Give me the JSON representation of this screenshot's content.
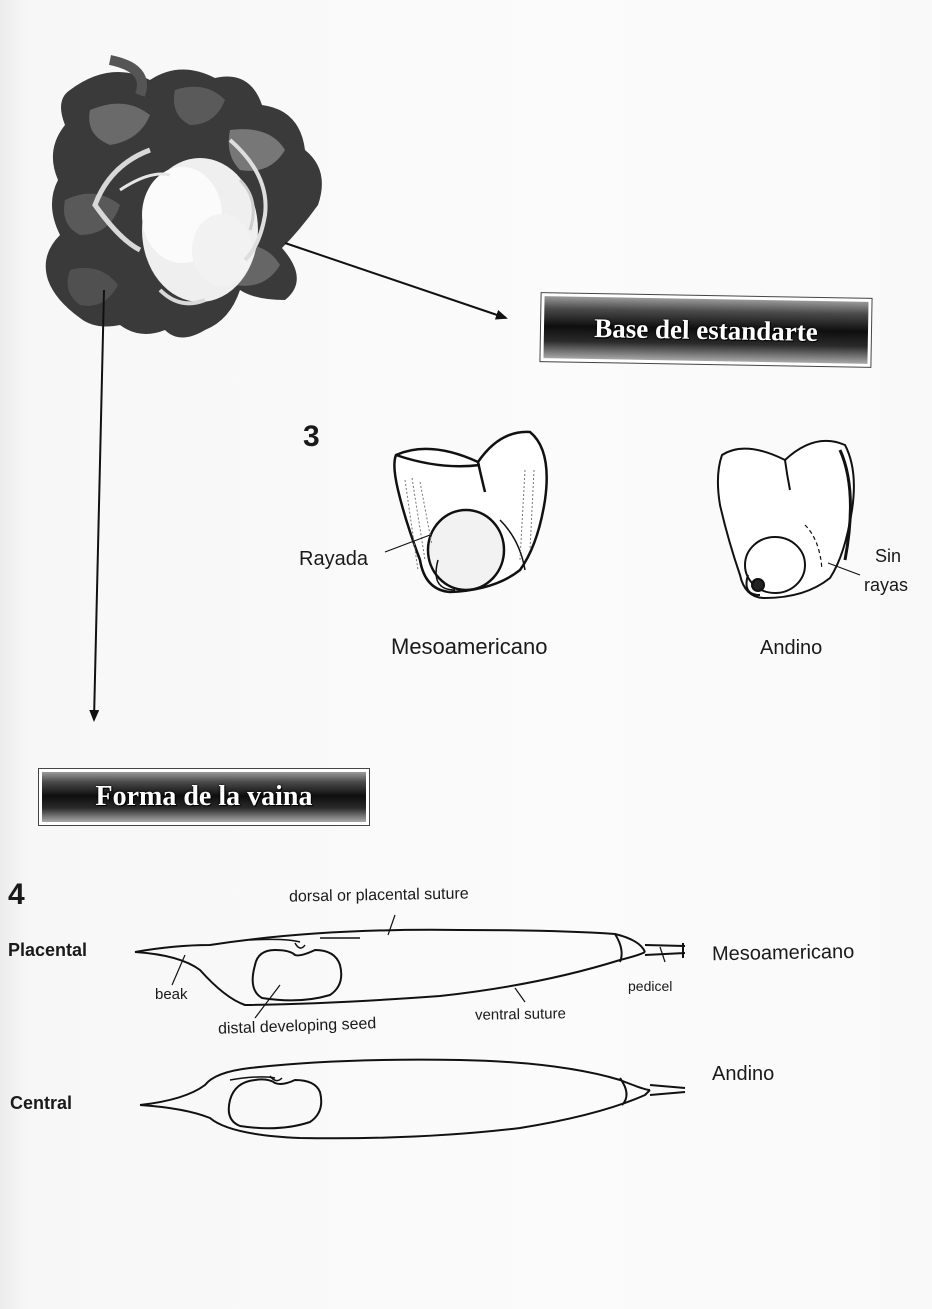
{
  "banners": {
    "base_estandarte": "Base del estandarte",
    "forma_vaina": "Forma de la vaina"
  },
  "section3": {
    "number": "3",
    "rayada": "Rayada",
    "sin": "Sin",
    "rayas": "rayas",
    "mesoamericano": "Mesoamericano",
    "andino": "Andino"
  },
  "section4": {
    "number": "4",
    "placental": "Placental",
    "central": "Central",
    "dorsal_suture": "dorsal  or placental suture",
    "beak": "beak",
    "distal_seed": "distal developing seed",
    "ventral_suture": "ventral suture",
    "pedicel": "pedicel",
    "mesoamericano": "Mesoamericano",
    "andino": "Andino"
  }
}
